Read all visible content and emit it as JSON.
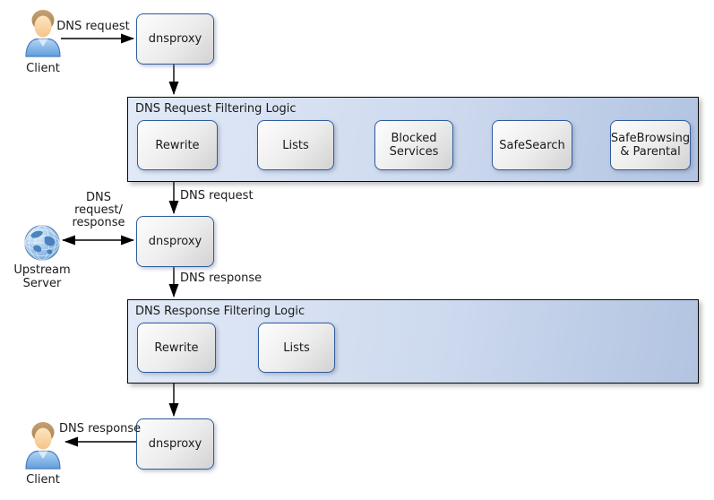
{
  "colors": {
    "box_border": "#2e5c9e",
    "box_fill_top": "#fdfdfd",
    "box_fill_bottom": "#d2d2d2",
    "container_fill_left": "#e2eaf7",
    "container_fill_right": "#b2c4e1",
    "container_border": "#0a0a0a",
    "arrow": "#000000",
    "text": "#1a1a1a"
  },
  "icons": {
    "client_top": "person-icon",
    "upstream": "globe-icon",
    "client_bottom": "person-icon"
  },
  "nodes": {
    "client_top": {
      "label": "Client"
    },
    "dnsproxy_top": {
      "label": "dnsproxy"
    },
    "upstream": {
      "label": "Upstream\nServer"
    },
    "dnsproxy_middle": {
      "label": "dnsproxy"
    },
    "dnsproxy_bottom": {
      "label": "dnsproxy"
    },
    "client_bottom": {
      "label": "Client"
    }
  },
  "containers": {
    "request": {
      "title": "DNS Request Filtering Logic",
      "boxes": [
        {
          "label": "Rewrite"
        },
        {
          "label": "Lists"
        },
        {
          "label": "Blocked\nServices"
        },
        {
          "label": "SafeSearch"
        },
        {
          "label": "SafeBrowsing\n& Parental"
        }
      ]
    },
    "response": {
      "title": "DNS Response Filtering Logic",
      "boxes": [
        {
          "label": "Rewrite"
        },
        {
          "label": "Lists"
        }
      ]
    }
  },
  "edge_labels": {
    "client_request": "DNS request",
    "filtered_request": "DNS request",
    "upstream_exchange": "DNS\nrequest/\nresponse",
    "proxy_response": "DNS response",
    "client_response": "DNS response"
  }
}
